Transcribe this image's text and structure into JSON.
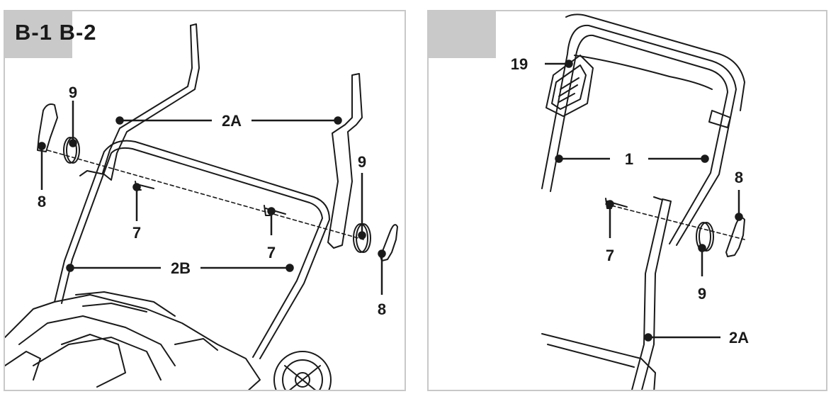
{
  "figure": {
    "panel_left": {
      "tag": "B-1 B-2",
      "callouts": {
        "c9_left": "9",
        "c2a": "2A",
        "c9_right": "9",
        "c8_left": "8",
        "c7_left": "7",
        "c7_right": "7",
        "c2b": "2B",
        "c8_right": "8"
      }
    },
    "panel_right": {
      "tag": "",
      "callouts": {
        "c19": "19",
        "c1": "1",
        "c8": "8",
        "c7": "7",
        "c9": "9",
        "c2a": "2A"
      }
    }
  },
  "colors": {
    "frame": "#c8c8c8",
    "tag_fill": "#c9c9c9",
    "ink": "#1a1a1a"
  }
}
